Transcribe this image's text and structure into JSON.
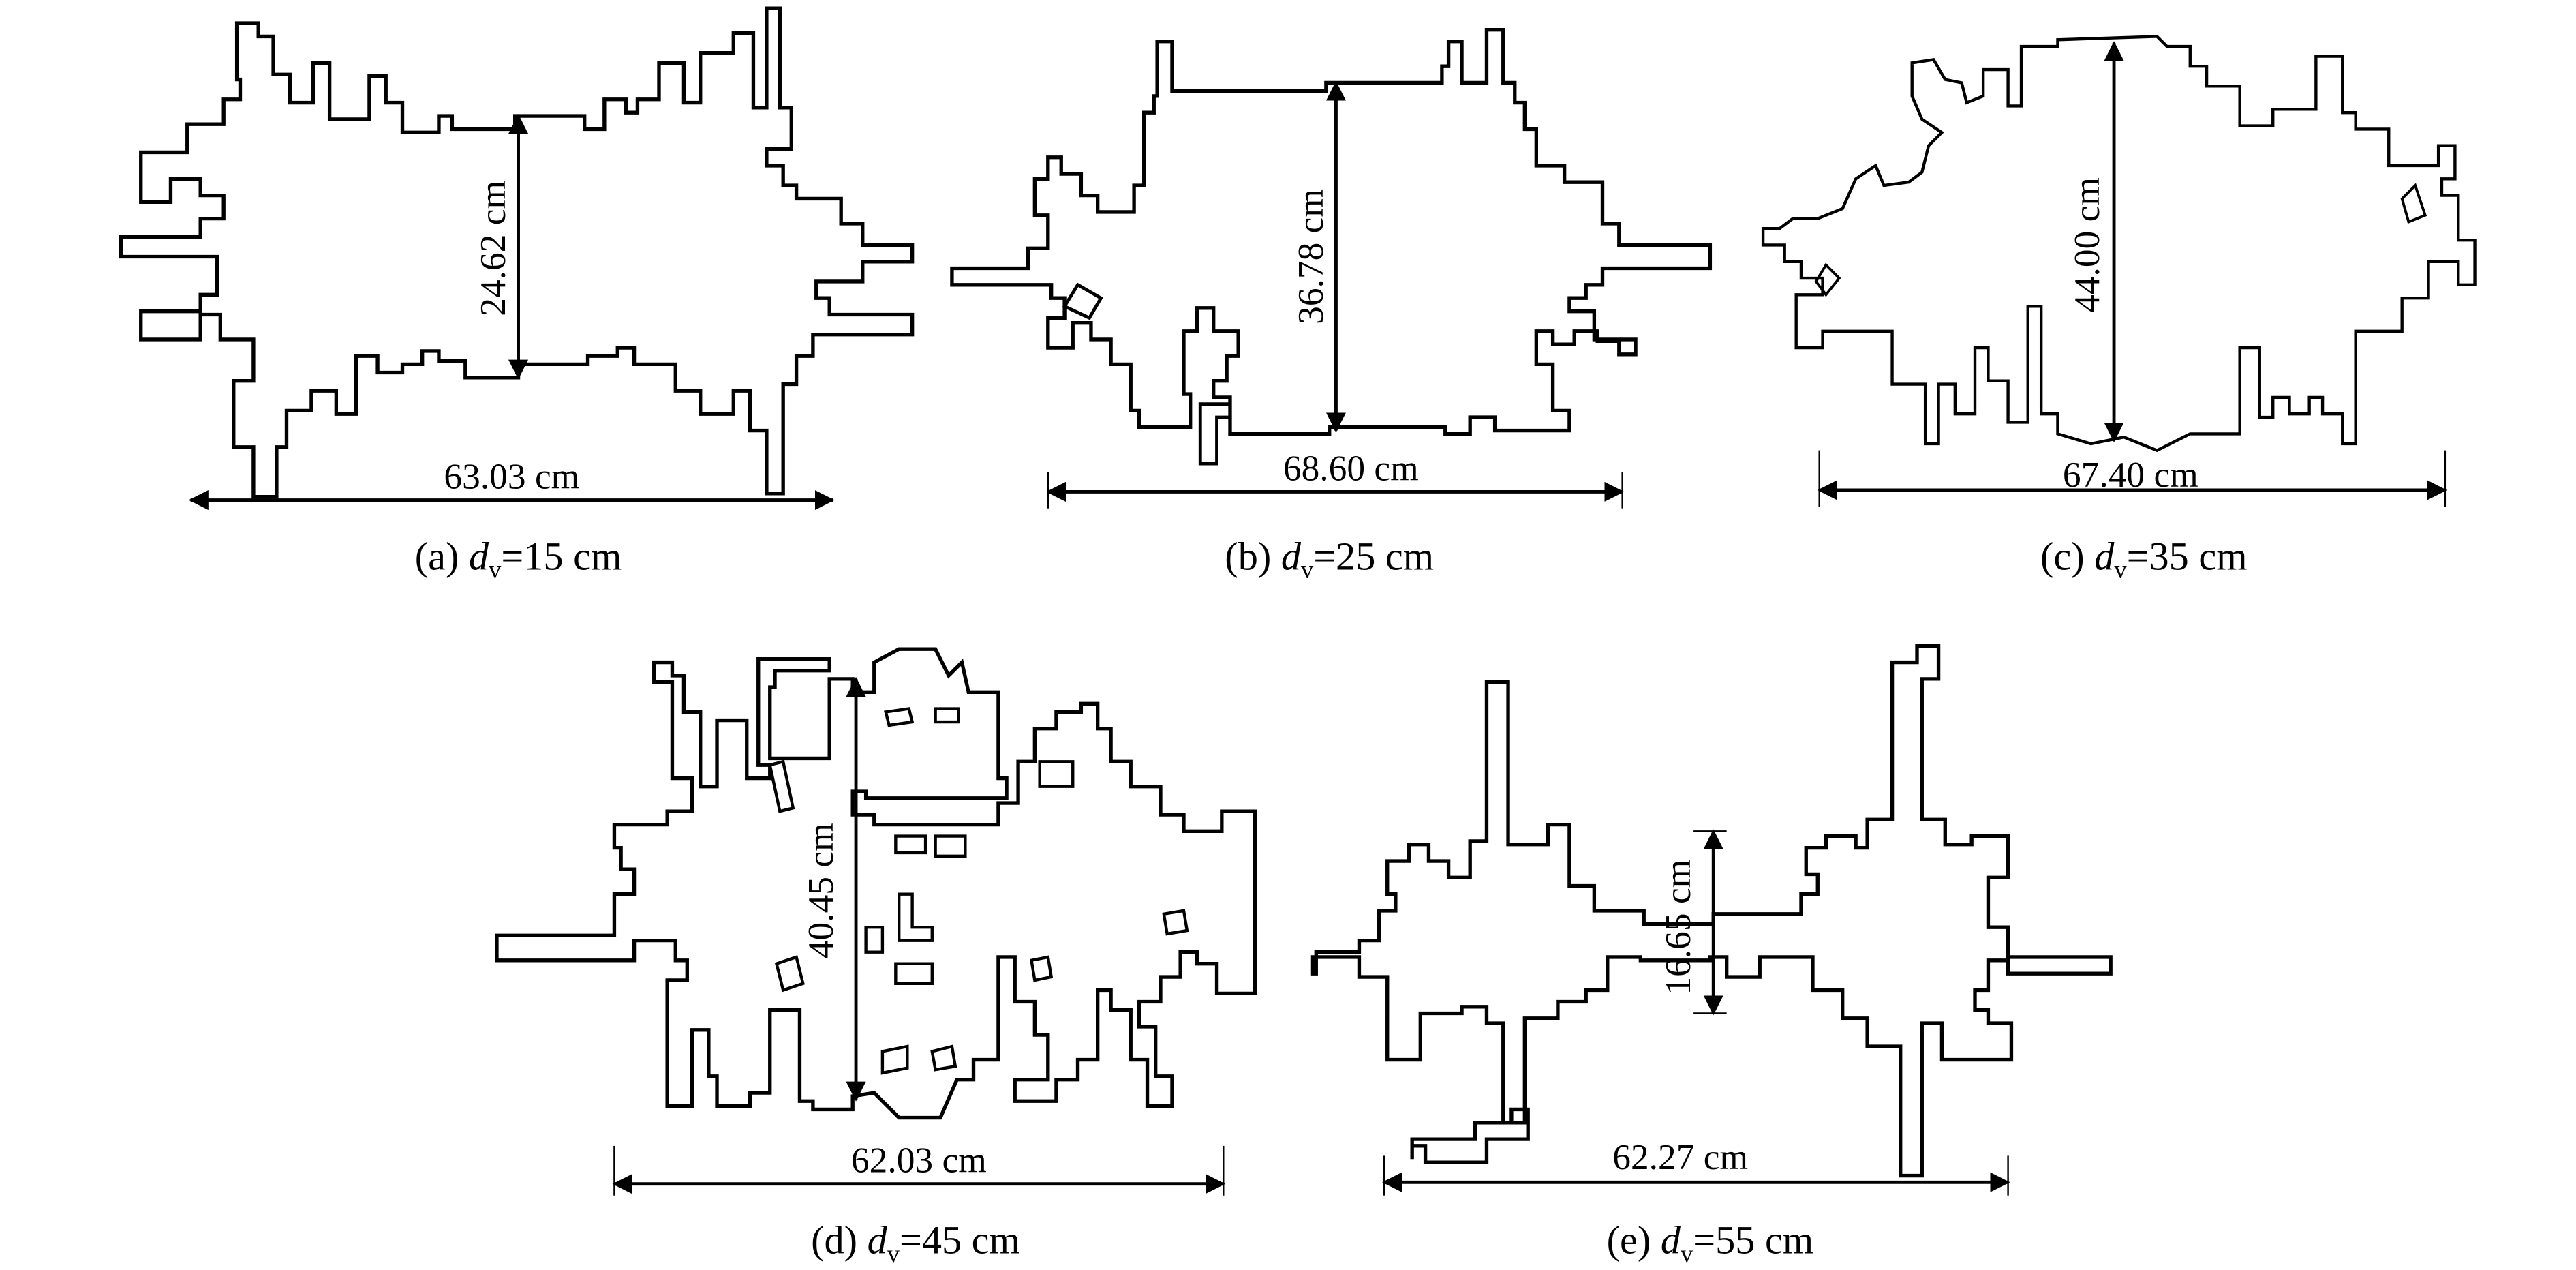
{
  "panels": [
    {
      "id": "a",
      "width_label": "63.03 cm",
      "height_label": "24.62 cm",
      "caption": {
        "prefix": "(a) ",
        "var": "d",
        "sub": "v",
        "suffix": "=15 cm"
      }
    },
    {
      "id": "b",
      "width_label": "68.60 cm",
      "height_label": "36.78 cm",
      "caption": {
        "prefix": "(b) ",
        "var": "d",
        "sub": "v",
        "suffix": "=25 cm"
      }
    },
    {
      "id": "c",
      "width_label": "67.40 cm",
      "height_label": "44.00 cm",
      "caption": {
        "prefix": "(c) ",
        "var": "d",
        "sub": "v",
        "suffix": "=35 cm"
      }
    },
    {
      "id": "d",
      "width_label": "62.03 cm",
      "height_label": "40.45 cm",
      "caption": {
        "prefix": "(d) ",
        "var": "d",
        "sub": "v",
        "suffix": "=45 cm"
      }
    },
    {
      "id": "e",
      "width_label": "62.27 cm",
      "height_label": "16.65 cm",
      "caption": {
        "prefix": "(e) ",
        "var": "d",
        "sub": "v",
        "suffix": "=55 cm"
      }
    }
  ]
}
